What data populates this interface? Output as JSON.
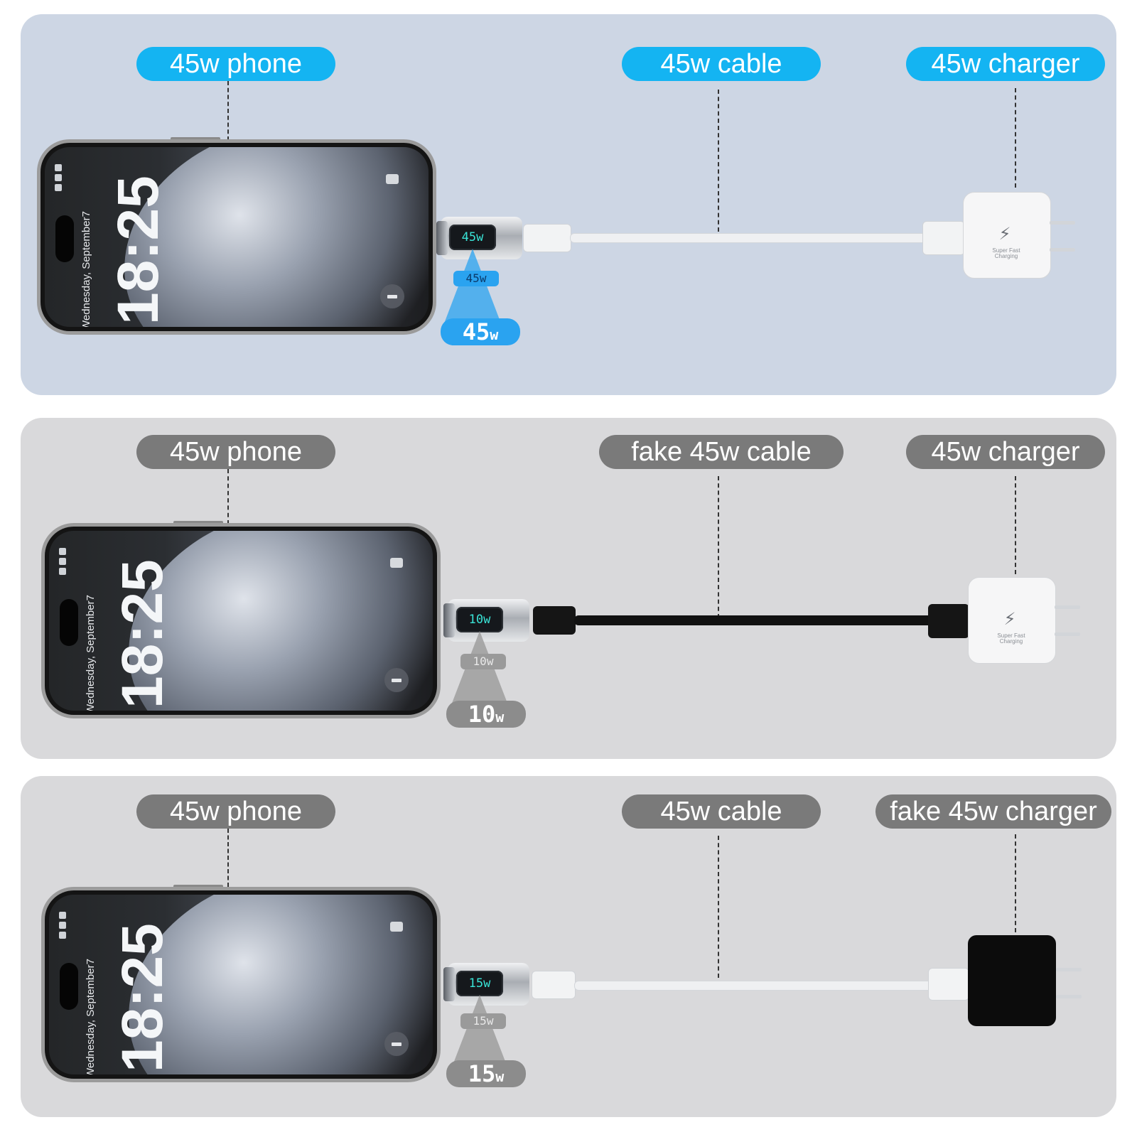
{
  "phone_screen": {
    "time": "18:25",
    "date": "Wednesday, September7"
  },
  "charger_label": "Super Fast Charging",
  "panels": [
    {
      "theme": "blue",
      "phone_label": "45w phone",
      "cable_label": "45w cable",
      "charger_label": "45w charger",
      "meter_reading": "45",
      "meter_unit": "w",
      "cable_color": "white",
      "charger_color": "white"
    },
    {
      "theme": "gray",
      "phone_label": "45w phone",
      "cable_label": "fake 45w cable",
      "charger_label": "45w charger",
      "meter_reading": "10",
      "meter_unit": "w",
      "cable_color": "black",
      "charger_color": "white"
    },
    {
      "theme": "gray",
      "phone_label": "45w phone",
      "cable_label": "45w cable",
      "charger_label": "fake 45w charger",
      "meter_reading": "15",
      "meter_unit": "w",
      "cable_color": "white",
      "charger_color": "black"
    }
  ],
  "colors": {
    "blue_panel_bg": "#cdd6e4",
    "gray_panel_bg": "#d9d9db",
    "blue_pill": "#14b4f2",
    "gray_pill": "#7a7a7a",
    "meter_digits": "#39e3d6",
    "blue_beam": "#2aa3f0",
    "gray_beam": "#9a9a9a"
  }
}
